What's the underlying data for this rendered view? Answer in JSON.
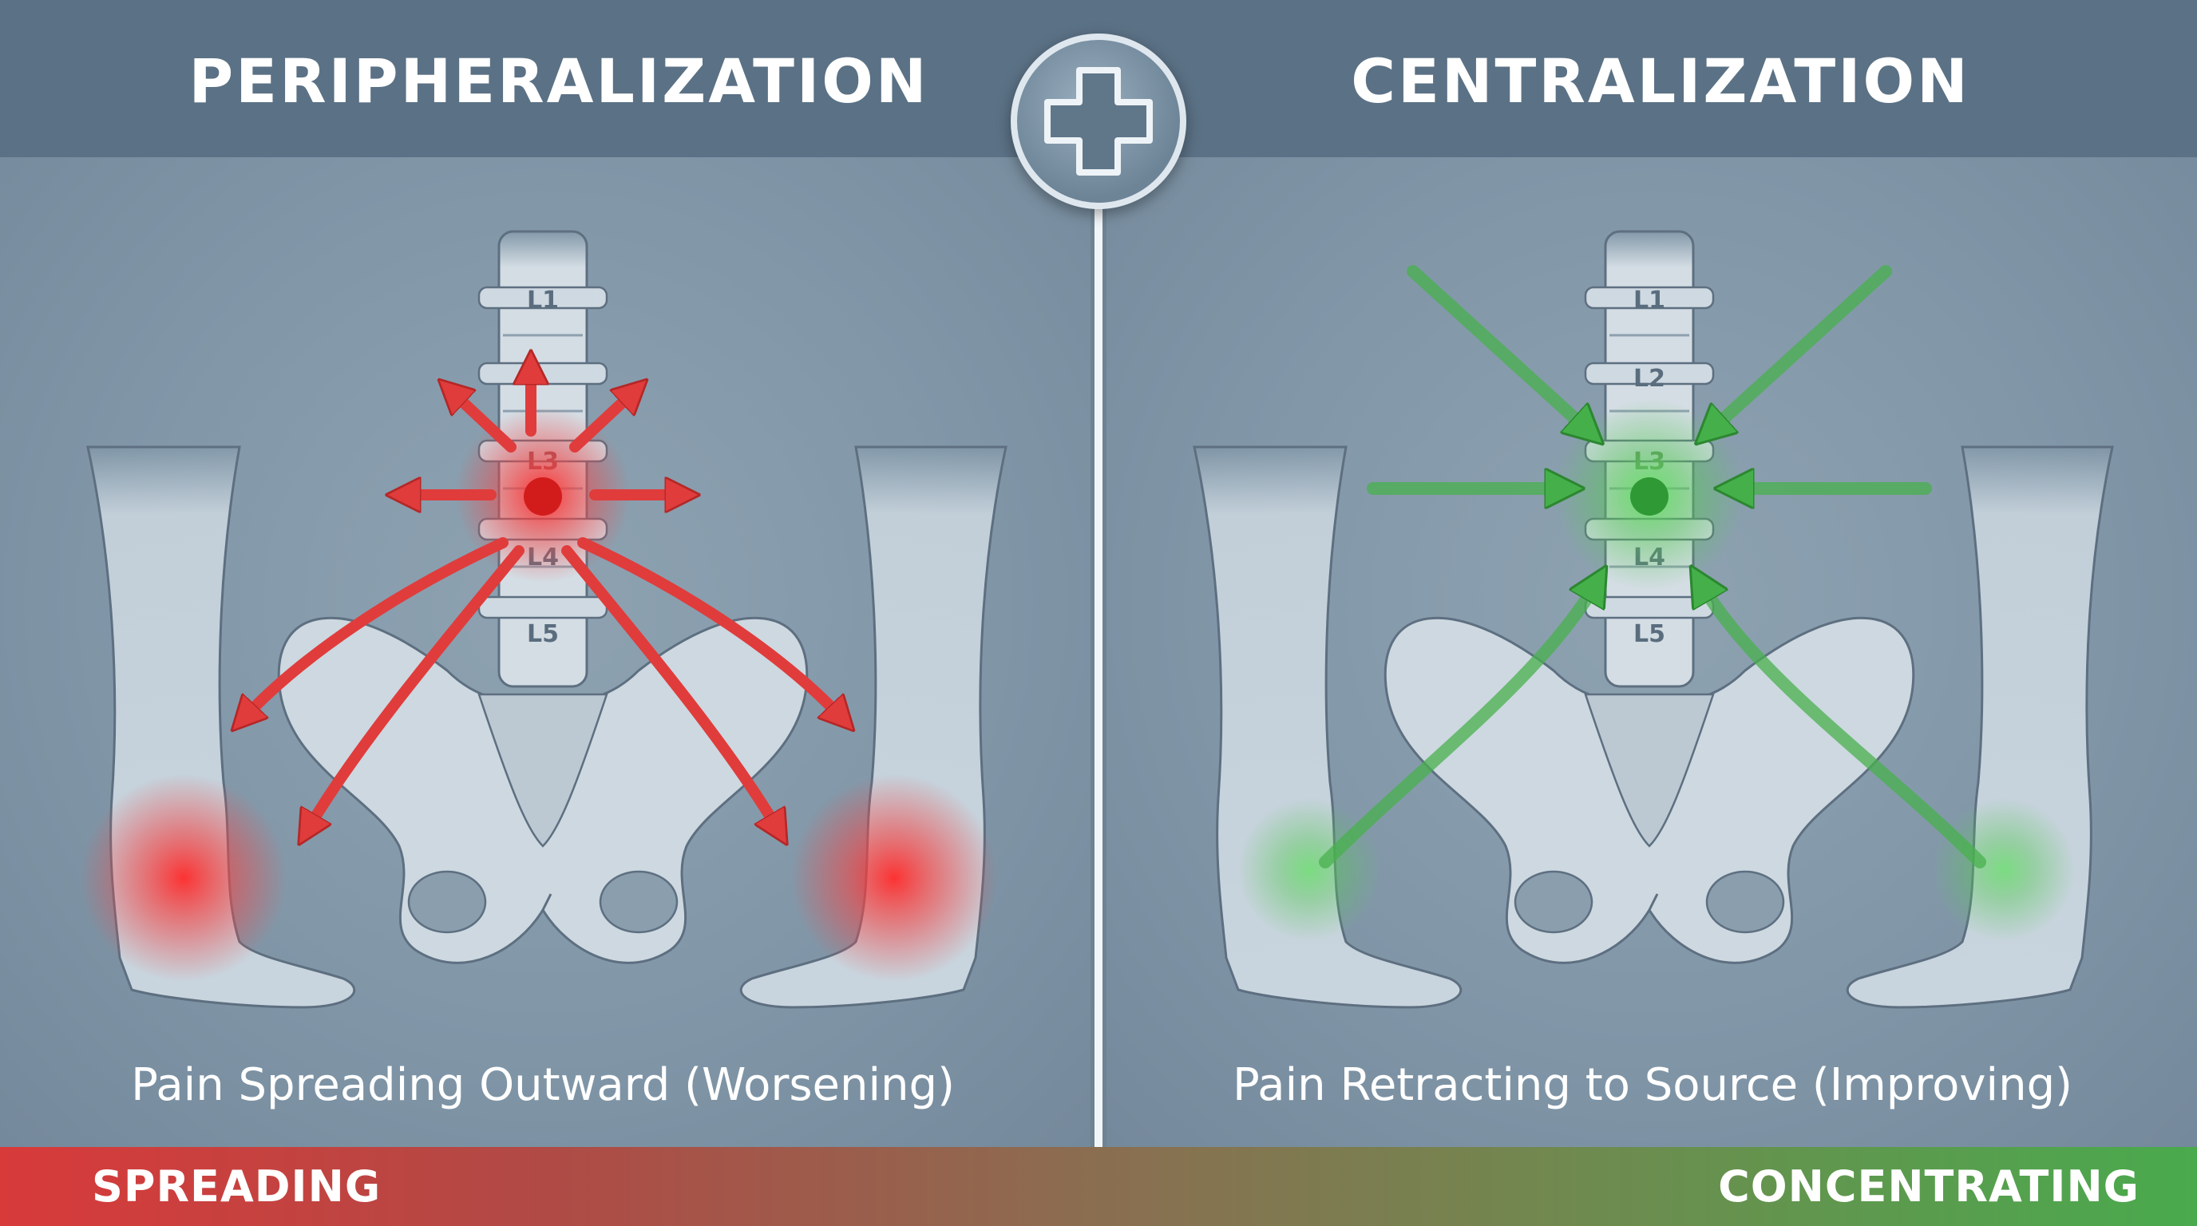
{
  "header": {
    "left_title": "PERIPHERALIZATION",
    "right_title": "CENTRALIZATION"
  },
  "badge": {
    "icon": "medical-cross-icon"
  },
  "left_panel": {
    "vertebra_labels": [
      "L1",
      "L3",
      "L4",
      "L5"
    ],
    "caption": "Pain Spreading Outward (Worsening)",
    "accent_color": "#e03c3c"
  },
  "right_panel": {
    "vertebra_labels": [
      "L1",
      "L2",
      "L3",
      "L4",
      "L5"
    ],
    "caption": "Pain Retracting to Source (Improving)",
    "accent_color": "#3fae48"
  },
  "bottom_bar": {
    "left_label": "SPREADING",
    "right_label": "CONCENTRATING",
    "left_color": "#d83a3a",
    "right_color": "#49aa4d"
  }
}
